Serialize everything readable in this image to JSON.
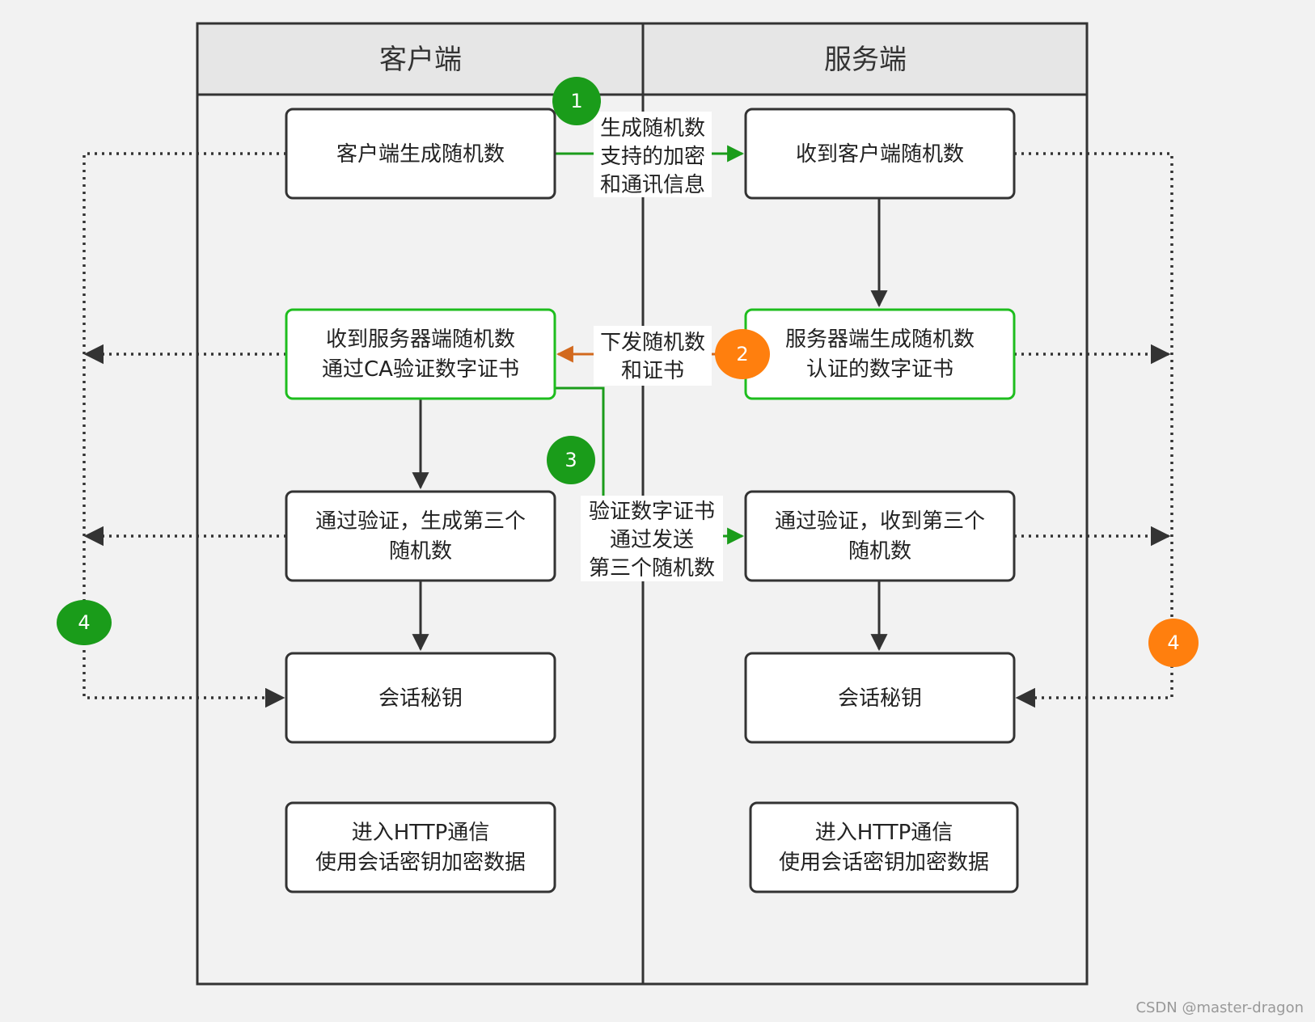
{
  "lanes": {
    "client": "客户端",
    "server": "服务端"
  },
  "nodes": {
    "c1": [
      "客户端生成随机数"
    ],
    "c2": [
      "收到服务器端随机数",
      "通过CA验证数字证书"
    ],
    "c3": [
      "通过验证，生成第三个",
      "随机数"
    ],
    "c4": [
      "会话秘钥"
    ],
    "c5": [
      "进入HTTP通信",
      "使用会话密钥加密数据"
    ],
    "s1": [
      "收到客户端随机数"
    ],
    "s2": [
      "服务器端生成随机数",
      "认证的数字证书"
    ],
    "s3": [
      "通过验证，收到第三个",
      "随机数"
    ],
    "s4": [
      "会话秘钥"
    ],
    "s5": [
      "进入HTTP通信",
      "使用会话密钥加密数据"
    ]
  },
  "edge_labels": {
    "e1": [
      "生成随机数",
      "支持的加密",
      "和通讯信息"
    ],
    "e2": [
      "下发随机数",
      "和证书"
    ],
    "e3": [
      "验证数字证书",
      "通过发送",
      "第三个随机数"
    ]
  },
  "badges": {
    "b1": "1",
    "b2": "2",
    "b3": "3",
    "b4_left": "4",
    "b4_right": "4"
  },
  "colors": {
    "green": "#1a9c1a",
    "orange": "#ff7f0e",
    "orange_arrow": "#d2691e",
    "dark": "#333333",
    "header": "#e6e6e6"
  },
  "watermark": "CSDN @master-dragon"
}
